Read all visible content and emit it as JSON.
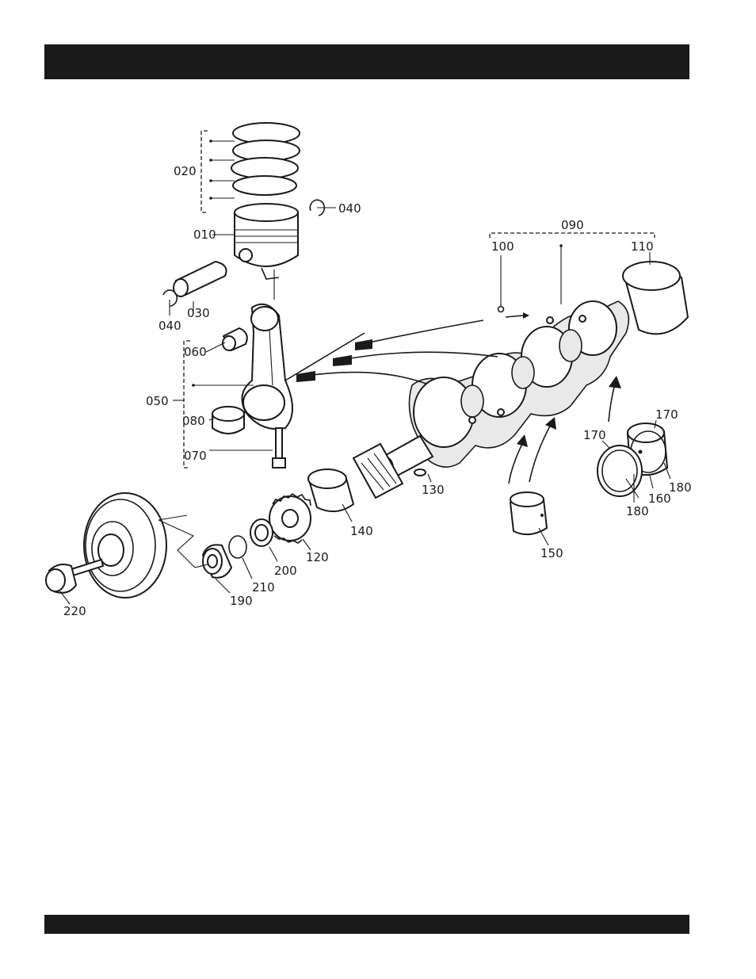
{
  "header": {
    "title": ""
  },
  "footer": {
    "text": ""
  },
  "callouts": {
    "c010": "010",
    "c020": "020",
    "c030": "030",
    "c040a": "040",
    "c040b": "040",
    "c050": "050",
    "c060": "060",
    "c070": "070",
    "c080": "080",
    "c090": "090",
    "c100": "100",
    "c110": "110",
    "c120": "120",
    "c130": "130",
    "c140": "140",
    "c150": "150",
    "c160": "160",
    "c170a": "170",
    "c170b": "170",
    "c180a": "180",
    "c180b": "180",
    "c190": "190",
    "c200": "200",
    "c210": "210",
    "c220": "220"
  }
}
